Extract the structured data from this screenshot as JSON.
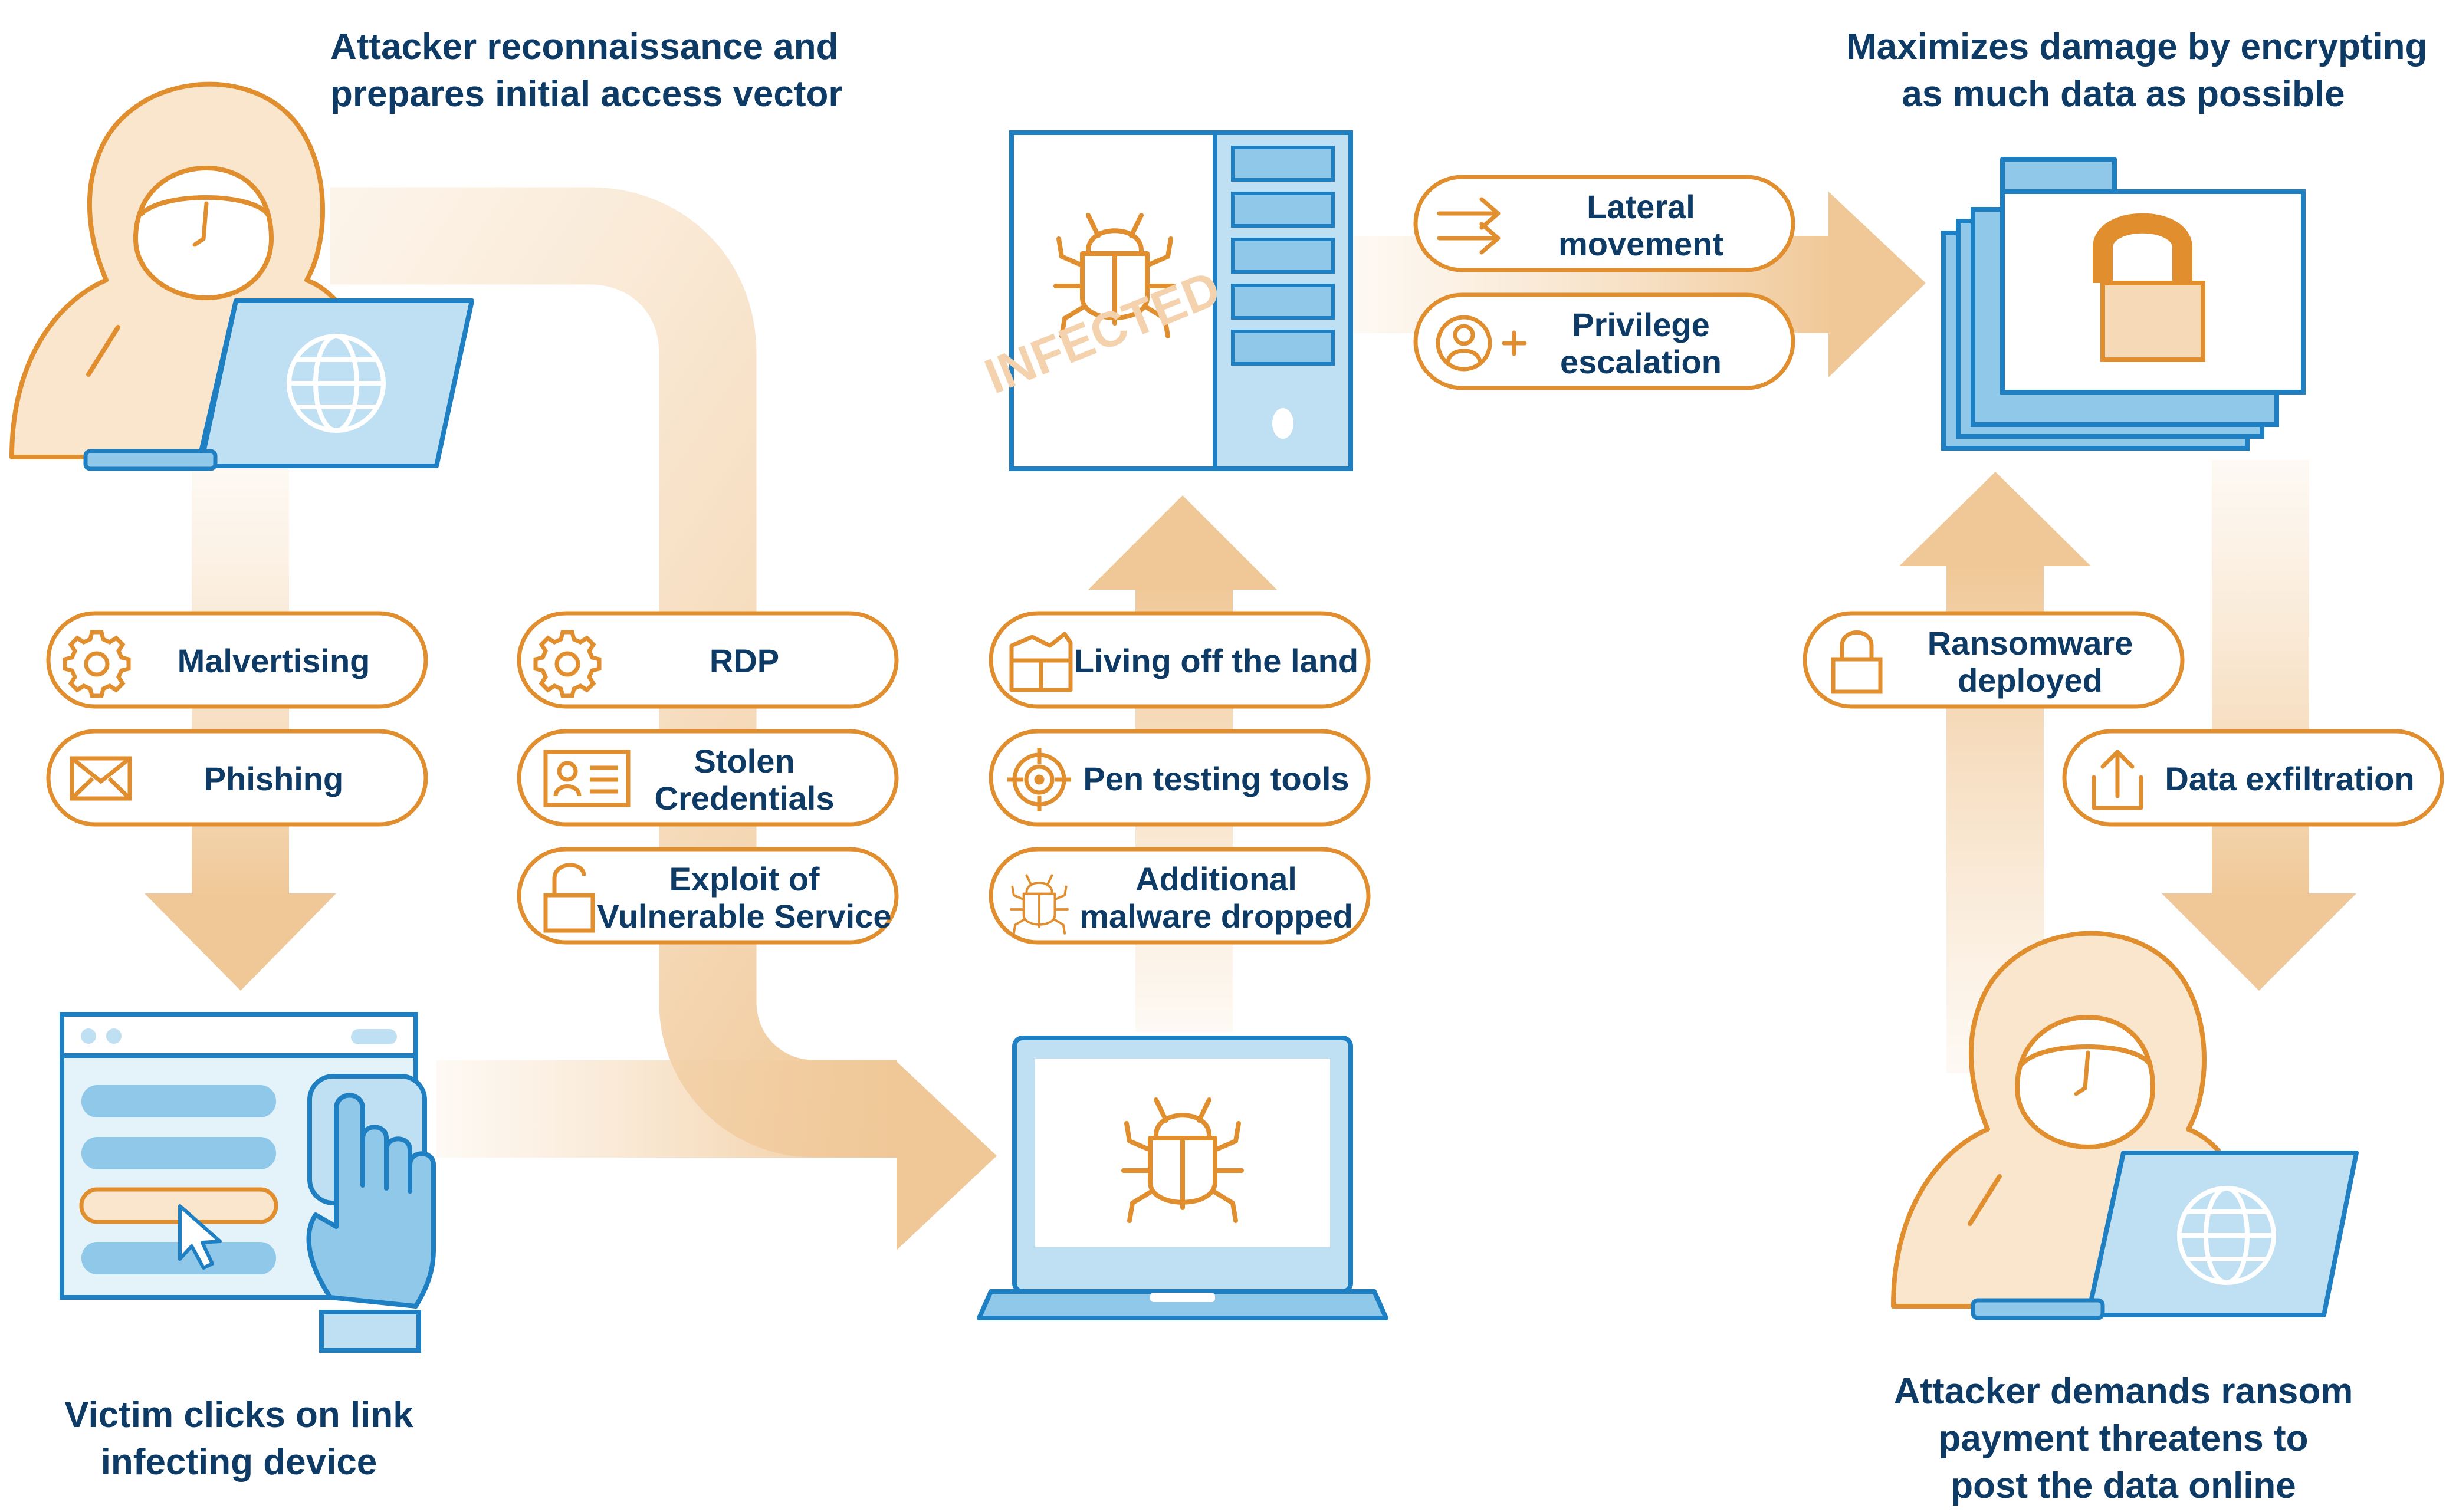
{
  "captions": {
    "top_left_1": "Attacker reconnaissance and",
    "top_left_2": "prepares initial access vector",
    "top_right_1": "Maximizes damage by encrypting",
    "top_right_2": "as much data as possible",
    "bottom_left_1": "Victim clicks on link",
    "bottom_left_2": "infecting device",
    "bottom_right_1": "Attacker demands ransom",
    "bottom_right_2": "payment threatens to",
    "bottom_right_3": "post the data online"
  },
  "pills": {
    "malvertising": "Malvertising",
    "phishing": "Phishing",
    "rdp": "RDP",
    "stolen_1": "Stolen",
    "stolen_2": "Credentials",
    "exploit_1": "Exploit of",
    "exploit_2": "Vulnerable Service",
    "living": "Living off the land",
    "pentest": "Pen testing tools",
    "additional_1": "Additional",
    "additional_2": "malware dropped",
    "lateral_1": "Lateral",
    "lateral_2": "movement",
    "privilege_1": "Privilege",
    "privilege_2": "escalation",
    "ransomware_1": "Ransomware",
    "ransomware_2": "deployed",
    "exfil": "Data exfiltration"
  },
  "stamp": "INFECTED",
  "colors": {
    "orange": "#e08e2e",
    "orange_light": "#f6d9b6",
    "hood_fill": "#fae6cd",
    "navy": "#0d3b66",
    "blue": "#1f7fc3",
    "blue_light": "#bfe0f2",
    "blue_mid": "#8fc8e8"
  },
  "icons": {
    "hacker": "hooded-hacker-icon",
    "globe": "globe-icon",
    "gear": "gear-icon",
    "envelope": "envelope-icon",
    "id_card": "id-card-icon",
    "padlock_open": "unlocked-padlock-icon",
    "toolbox": "toolbox-icon",
    "target": "crosshair-icon",
    "bug": "bug-icon",
    "arrows": "arrows-right-icon",
    "user_plus": "user-plus-icon",
    "padlock": "padlock-icon",
    "upload": "upload-icon"
  }
}
